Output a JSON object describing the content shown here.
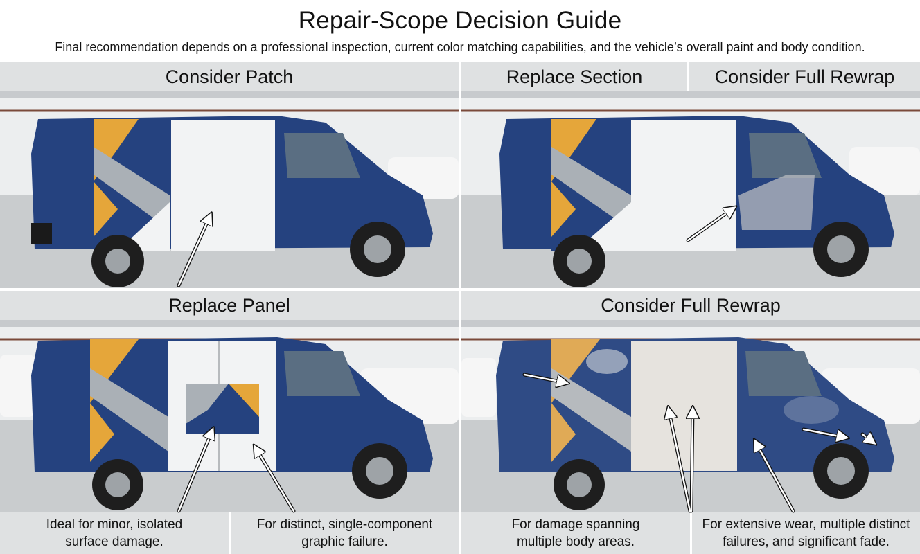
{
  "title": "Repair-Scope Decision Guide",
  "subtitle": "Final recommendation depends on a professional inspection, current color matching capabilities, and the vehicle’s overall paint and body condition.",
  "headers": {
    "top_left": "Consider Patch",
    "top_right_a": "Replace Section",
    "top_right_b": "Consider Full Rewrap",
    "bottom_left": "Replace Panel",
    "bottom_right": "Consider Full Rewrap"
  },
  "captions": {
    "c1": [
      "Ideal for minor, isolated",
      "surface damage."
    ],
    "c2": [
      "For distinct, single-component",
      "graphic failure."
    ],
    "c3": [
      "For damage spanning",
      "multiple body areas."
    ],
    "c4": [
      "For extensive wear, multiple distinct",
      "failures, and significant fade."
    ]
  },
  "colors": {
    "van_blue": "#25427f",
    "graphic_yellow": "#e5a63a",
    "graphic_gray": "#aab0b6",
    "door_white": "#f2f3f4"
  },
  "icons": [
    "arrow-icon"
  ]
}
